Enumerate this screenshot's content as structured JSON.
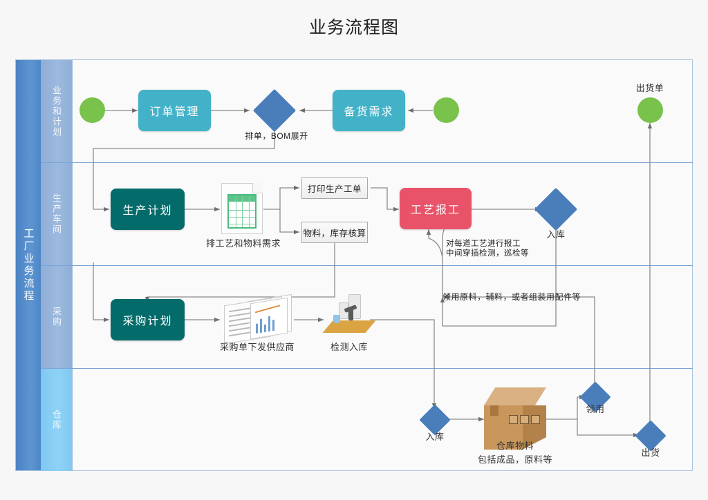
{
  "page": {
    "title": "业务流程图"
  },
  "pool": {
    "label": "工厂业务流程"
  },
  "lanes": [
    {
      "label": "业务和计划"
    },
    {
      "label": "生产车间"
    },
    {
      "label": "采购"
    },
    {
      "label": "仓库"
    }
  ],
  "nodes": {
    "start_order": "",
    "order_mgmt": "订单管理",
    "decision_schedule": "",
    "stock_demand": "备货需求",
    "start_stock": "",
    "end_shipment": "",
    "prod_plan": "生产计划",
    "print_work_order": "打印生产工单",
    "material_inventory": "物料，库存核算",
    "process_report": "工艺报工",
    "diamond_in_prod": "",
    "purchase_plan": "采购计划",
    "diamond_in_wh": "",
    "warehouse_box": "",
    "diamond_pick": "",
    "diamond_ship": ""
  },
  "labels": {
    "shipment_note": "出货单",
    "bom_expand": "排单，BOM展开",
    "craft_material_plan": "排工艺和物料需求",
    "report_note_line1": "对每道工艺进行报工",
    "report_note_line2": "中间穿插检测，巡检等",
    "in_stock_prod": "入库",
    "issue_material_note": "领用原料，辅料，或者组装用配件等",
    "po_to_supplier": "采购单下发供应商",
    "inspect_in_stock": "检测入库",
    "in_stock_wh": "入库",
    "wh_material_line1": "仓库物料",
    "wh_material_line2": "包括成品，原料等",
    "pick": "领用",
    "ship": "出货"
  },
  "colors": {
    "cyan_box": "#43b2c8",
    "teal_box": "#046b6b",
    "red_box": "#e8536a",
    "diamond": "#4a7ebb",
    "circle": "#79c24b",
    "pool_header": "#4a82c3",
    "lane_header": "#8fadd6",
    "lane_header_wh": "#7ec8f2",
    "connector": "#7a7a7a",
    "lane_border": "#7ba4d6"
  }
}
